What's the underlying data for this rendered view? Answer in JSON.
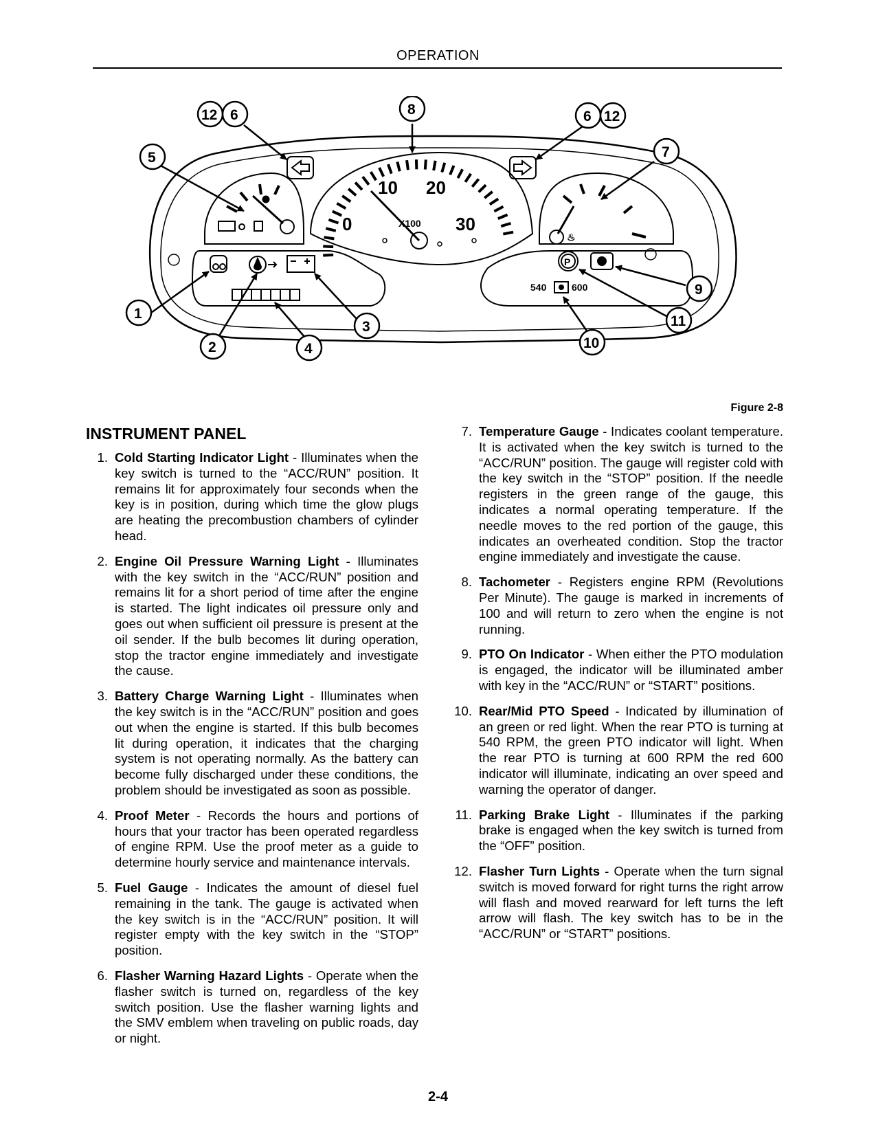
{
  "header": {
    "title": "OPERATION"
  },
  "figure": {
    "caption": "Figure 2-8",
    "tach_labels": [
      "0",
      "10",
      "20",
      "30"
    ],
    "tach_unit": "X100",
    "pto_speed_labels": [
      "540",
      "600"
    ],
    "callouts": [
      "1",
      "2",
      "3",
      "4",
      "5",
      "6",
      "7",
      "8",
      "9",
      "10",
      "11",
      "12"
    ],
    "icons": [
      "glow-plug-icon",
      "oil-pressure-icon",
      "battery-icon",
      "proof-meter-display",
      "fuel-gauge",
      "left-arrow-icon",
      "right-arrow-icon",
      "tachometer",
      "temperature-gauge",
      "parking-brake-icon",
      "pto-icon"
    ]
  },
  "section": {
    "title": "INSTRUMENT PANEL"
  },
  "left_items": [
    {
      "num": "1.",
      "term": "Cold Starting Indicator Light",
      "text": " - Illuminates when the key switch is turned to the “ACC/RUN” position. It remains lit for approximately four seconds when the key is in position, during which time the glow plugs are heating the precombustion chambers of cylinder head."
    },
    {
      "num": "2.",
      "term": "Engine Oil Pressure Warning Light",
      "text": " - Illuminates with the key switch in the “ACC/RUN” position and remains lit for a short period of time after the engine is started. The light indicates oil pressure only and goes out when sufficient oil pressure is present at the oil sender.  If the bulb becomes lit during operation, stop the tractor engine immediately and investigate the cause."
    },
    {
      "num": "3.",
      "term": "Battery Charge Warning Light",
      "text": " - Illuminates when the key switch is in the “ACC/RUN” position and goes out when the engine is started. If this bulb becomes lit during operation, it indicates that the charging system is not operating normally. As the battery can become fully discharged under these conditions, the problem should be investigated as soon as possible."
    },
    {
      "num": "4.",
      "term": "Proof Meter",
      "text": " - Records the hours and portions of hours that your tractor has been operated regardless of engine RPM. Use the proof meter as a guide to determine hourly service and maintenance intervals."
    },
    {
      "num": "5.",
      "term": "Fuel Gauge",
      "text": " - Indicates the amount of diesel fuel remaining in the tank. The gauge is activated when the key switch is in the “ACC/RUN” position. It will register empty with the key switch in the “STOP” position."
    },
    {
      "num": "6.",
      "term": "Flasher Warning Hazard Lights",
      "text": " - Operate when the flasher switch is turned on, regardless of the key switch position. Use the flasher warning lights and the SMV emblem when traveling on public roads, day or night."
    }
  ],
  "right_items": [
    {
      "num": "7.",
      "term": "Temperature Gauge",
      "text": " - Indicates coolant temperature. It is activated when the key switch is turned to the “ACC/RUN” position. The gauge will register cold with the key switch in the “STOP” position. If the needle registers in the green range of the gauge, this indicates a normal operating temperature. If the needle moves to the red portion of the gauge, this indicates an overheated condition. Stop the tractor engine immediately and investigate the cause."
    },
    {
      "num": "8.",
      "term": "Tachometer",
      "text": " - Registers engine RPM (Revolutions Per Minute). The gauge is marked in increments of 100 and will return to zero when the engine is not running."
    },
    {
      "num": "9.",
      "term": "PTO On Indicator",
      "text": " - When either the PTO modulation is engaged, the indicator will be illuminated amber with key in the “ACC/RUN” or “START” positions."
    },
    {
      "num": "10.",
      "term": "Rear/Mid PTO Speed",
      "text": " - Indicated by illumination of an green or red light. When the rear PTO is turning at 540 RPM, the green PTO indicator will light. When the rear PTO is turning at 600 RPM  the red 600 indicator will illuminate, indicating an over speed and warning the operator of danger."
    },
    {
      "num": "11.",
      "term": "Parking Brake Light",
      "text": " - Illuminates if the parking brake is engaged when the key switch is turned from the “OFF” position."
    },
    {
      "num": "12.",
      "term": "Flasher Turn Lights",
      "text": " - Operate when the turn signal switch is moved forward for right turns the right arrow will flash and moved rearward for left turns the left arrow will flash. The key switch has to be in the “ACC/RUN” or “START” positions."
    }
  ],
  "footer": {
    "page": "2-4"
  }
}
